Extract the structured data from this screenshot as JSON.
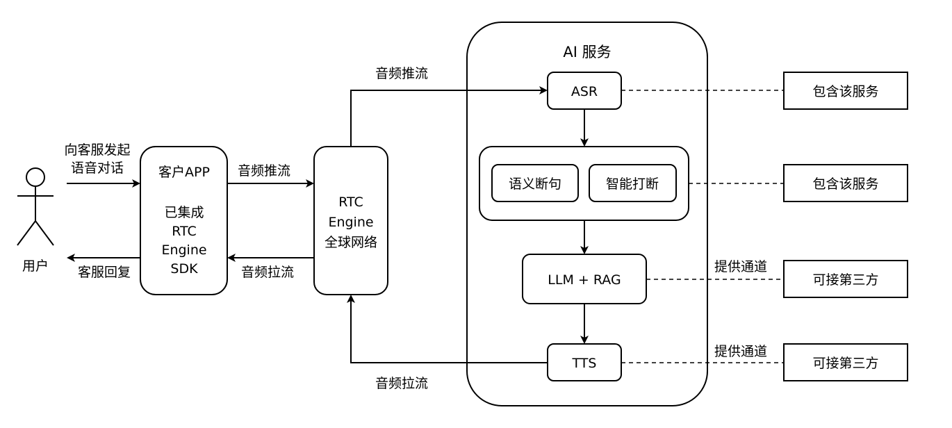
{
  "diagram": {
    "actor": {
      "label": "用户"
    },
    "user_request_label": [
      "向客服发起",
      "语音对话"
    ],
    "user_reply_label": "客服回复",
    "client_app": {
      "lines": [
        "客户APP",
        "",
        "已集成",
        "RTC",
        "Engine",
        "SDK"
      ]
    },
    "app_to_rtc_label": "音频推流",
    "rtc_to_app_label": "音频拉流",
    "rtc_network": {
      "lines": [
        "RTC",
        "Engine",
        "全球网络"
      ]
    },
    "rtc_to_asr_label": "音频推流",
    "tts_to_rtc_label": "音频拉流",
    "ai_service": {
      "title": "AI 服务",
      "asr": "ASR",
      "semantic_segmentation": "语义断句",
      "smart_interrupt": "智能打断",
      "llm_rag": "LLM + RAG",
      "tts": "TTS"
    },
    "side_notes": {
      "asr_note": "包含该服务",
      "group_note": "包含该服务",
      "llm_channel_label": "提供通道",
      "llm_note": "可接第三方",
      "tts_channel_label": "提供通道",
      "tts_note": "可接第三方"
    }
  }
}
